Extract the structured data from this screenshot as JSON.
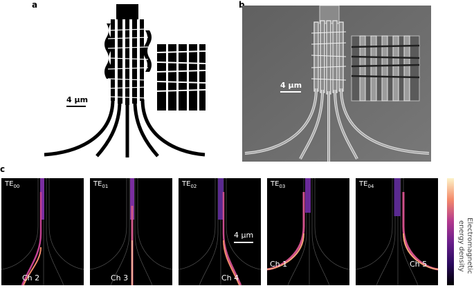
{
  "panel_labels": {
    "a": "a",
    "b": "b",
    "c": "c"
  },
  "scale_bars": {
    "a": "4 µm",
    "b": "4 µm",
    "c": "4 µm"
  },
  "modes": [
    {
      "base": "TE",
      "sub": "00",
      "channel": "Ch 2"
    },
    {
      "base": "TE",
      "sub": "01",
      "channel": "Ch 3"
    },
    {
      "base": "TE",
      "sub": "02",
      "channel": "Ch 4"
    },
    {
      "base": "TE",
      "sub": "03",
      "channel": "Ch 1"
    },
    {
      "base": "TE",
      "sub": "04",
      "channel": "Ch 5"
    }
  ],
  "colorbar": {
    "label_line1": "Electromagnetic",
    "label_line2": "energy density"
  },
  "colors": {
    "field_low": "#2b0b5e",
    "field_mid": "#a0309a",
    "field_high": "#f48a6a",
    "field_max": "#fdf3c8"
  }
}
